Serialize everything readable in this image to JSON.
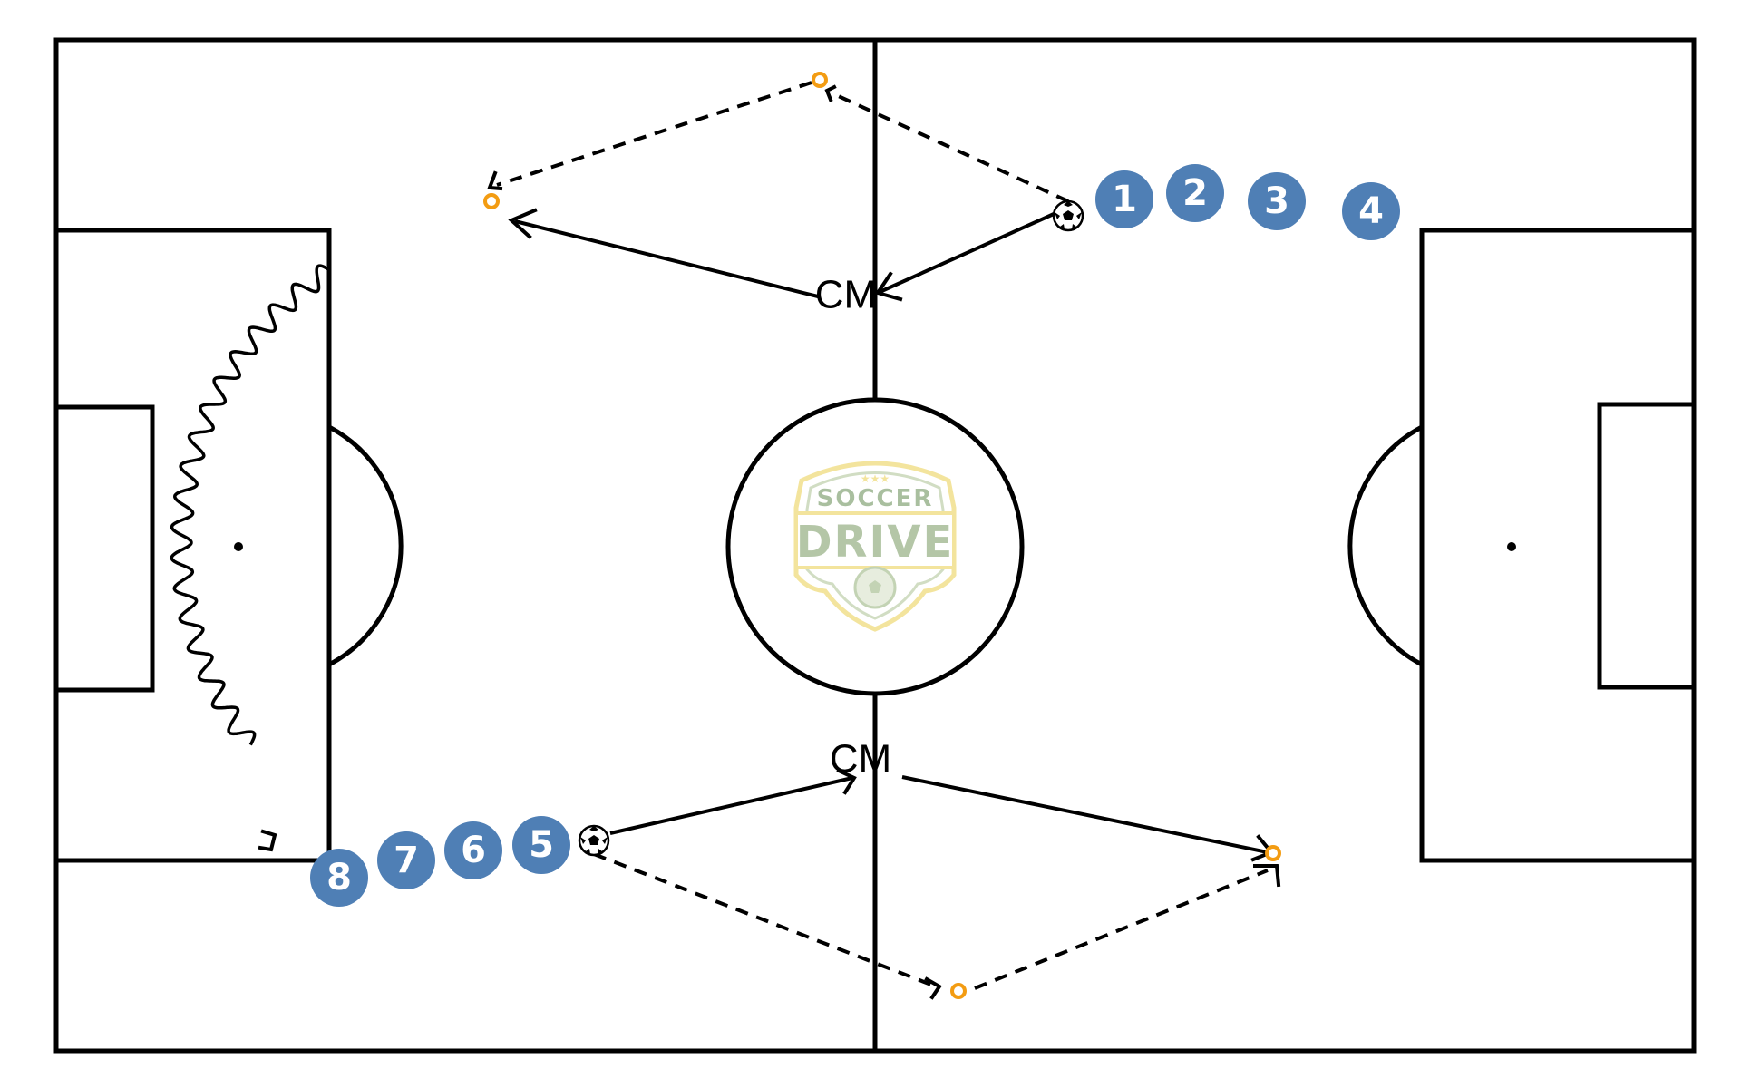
{
  "colors": {
    "player": "#4F7FB5",
    "cone": "#F39C12",
    "lines": "#000000",
    "logo_green": "#A7BD98",
    "logo_yellow": "#F2E08C"
  },
  "logo": {
    "top_text": "SOCCER",
    "main_text": "DRIVE",
    "stars": "★★★"
  },
  "labels": {
    "cm_top": "CM",
    "cm_bottom": "CM"
  },
  "players": {
    "top_group": [
      "1",
      "2",
      "3",
      "4"
    ],
    "bottom_group": [
      "5",
      "6",
      "7",
      "8"
    ]
  },
  "icons": {
    "ball": "soccer-ball-icon",
    "cone": "cone-marker-icon"
  }
}
